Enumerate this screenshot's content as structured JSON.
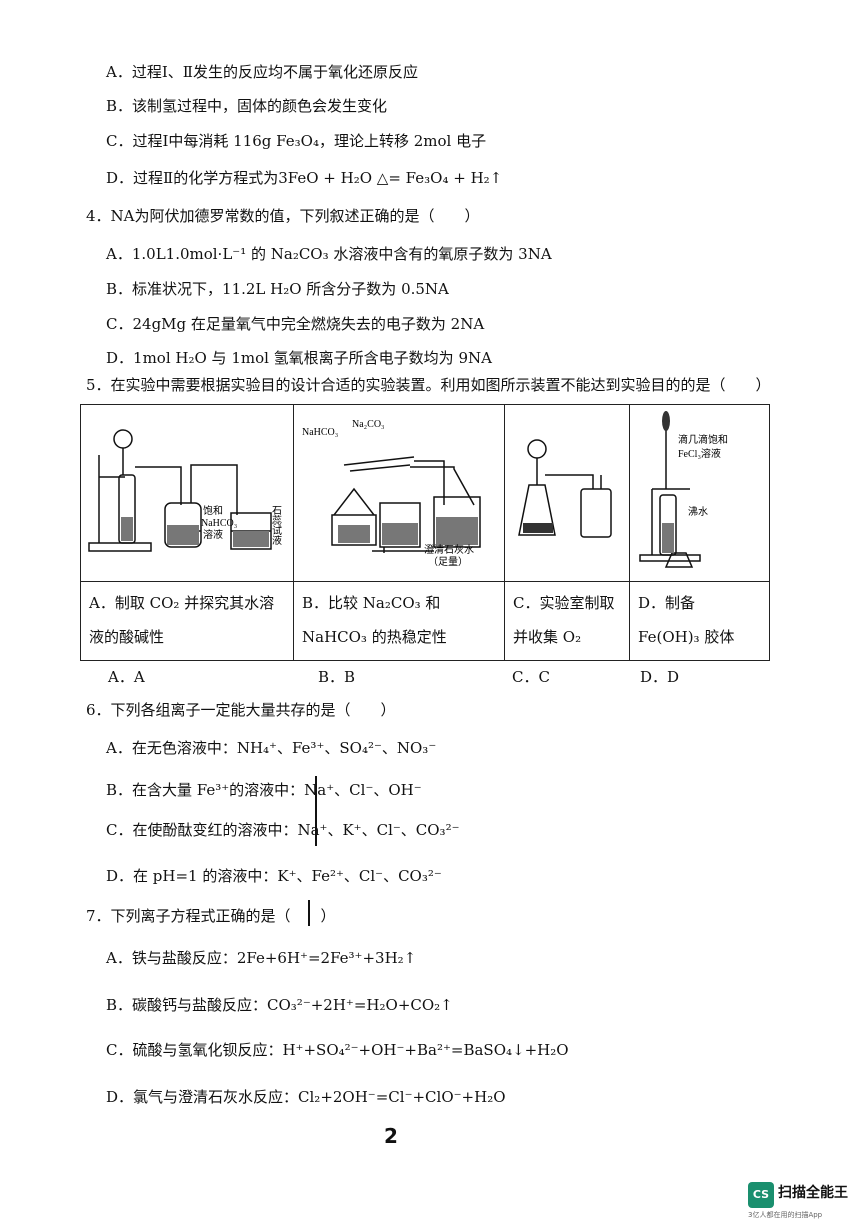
{
  "q3": {
    "a": "A．过程Ⅰ、Ⅱ发生的反应均不属于氧化还原反应",
    "b": "B．该制氢过程中，固体的颜色会发生变化",
    "c": "C．过程Ⅰ中每消耗 116g Fe₃O₄，理论上转移 2mol 电子",
    "d_prefix": "D．过程Ⅱ的化学方程式为",
    "d_eq": "3FeO + H₂O △= Fe₃O₄ + H₂↑"
  },
  "q4": {
    "stem": "4．NA为阿伏加德罗常数的值，下列叙述正确的是（　　）",
    "a": "A．1.0L1.0mol·L⁻¹ 的 Na₂CO₃ 水溶液中含有的氧原子数为 3NA",
    "b": "B．标准状况下，11.2L H₂O 所含分子数为 0.5NA",
    "c": "C．24gMg 在足量氧气中完全燃烧失去的电子数为 2NA",
    "d": "D．1mol H₂O 与 1mol 氢氧根离子所含电子数均为 9NA"
  },
  "q5": {
    "stem": "5．在实验中需要根据实验目的设计合适的实验装置。利用如图所示装置不能达到实验目的的是（　　）",
    "labels": {
      "a_sat": "饱和",
      "a_nahco3": "NaHCO₃",
      "a_sol": "溶液",
      "a_litmus": "石蕊试液",
      "b_nahco3": "NaHCO₃",
      "b_na2co3": "Na₂CO₃",
      "b_lime": "澄清石灰水",
      "b_excess": "（足量）",
      "d_drops": "滴几滴饱和",
      "d_fecl3": "FeCl₃溶液",
      "d_boil": "沸水"
    },
    "captions": [
      "A．制取 CO₂ 并探究其水溶液的酸碱性",
      "B．比较 Na₂CO₃ 和 NaHCO₃ 的热稳定性",
      "C．实验室制取并收集 O₂",
      "D．制备 Fe(OH)₃ 胶体"
    ],
    "answers": [
      "A．A",
      "B．B",
      "C．C",
      "D．D"
    ]
  },
  "q6": {
    "stem": "6．下列各组离子一定能大量共存的是（　　）",
    "a": "A．在无色溶液中：NH₄⁺、Fe³⁺、SO₄²⁻、NO₃⁻",
    "b": "B．在含大量 Fe³⁺的溶液中：Na⁺、Cl⁻、OH⁻",
    "c": "C．在使酚酞变红的溶液中：Na⁺、K⁺、Cl⁻、CO₃²⁻",
    "d": "D．在 pH=1 的溶液中：K⁺、Fe²⁺、Cl⁻、CO₃²⁻"
  },
  "q7": {
    "stem": "7．下列离子方程式正确的是（　　）",
    "a": "A．铁与盐酸反应：2Fe+6H⁺=2Fe³⁺+3H₂↑",
    "b": "B．碳酸钙与盐酸反应：CO₃²⁻+2H⁺=H₂O+CO₂↑",
    "c": "C．硫酸与氢氧化钡反应：H⁺+SO₄²⁻+OH⁻+Ba²⁺=BaSO₄↓+H₂O",
    "d": "D．氯气与澄清石灰水反应：Cl₂+2OH⁻=Cl⁻+ClO⁻+H₂O"
  },
  "page_number": "2",
  "watermark": {
    "logo": "CS",
    "title": "扫描全能王",
    "sub": "3亿人都在用的扫描App"
  }
}
